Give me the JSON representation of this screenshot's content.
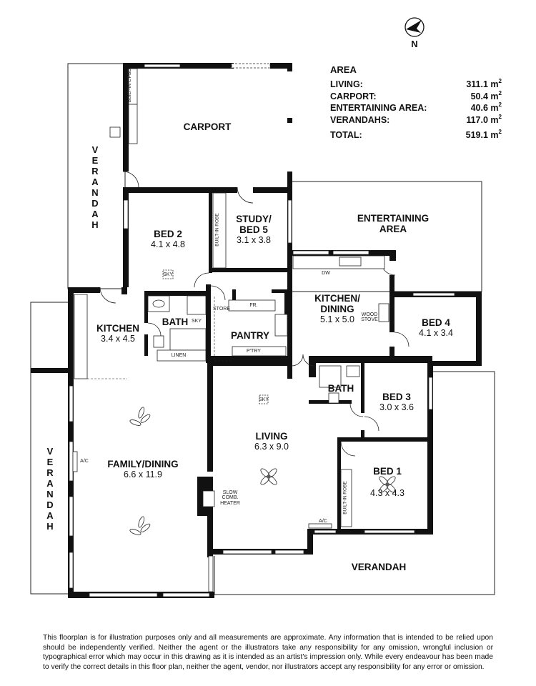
{
  "compass": {
    "icon": "north-arrow-icon",
    "label": "N"
  },
  "area_summary": {
    "title": "AREA",
    "unit": "m",
    "unit_power": "2",
    "rows": [
      {
        "label": "LIVING:",
        "value": "311.1"
      },
      {
        "label": "CARPORT:",
        "value": "50.4"
      },
      {
        "label": "ENTERTAINING AREA:",
        "value": "40.6"
      },
      {
        "label": "VERANDAHS:",
        "value": "117.0"
      }
    ],
    "total": {
      "label": "TOTAL:",
      "value": "519.1"
    }
  },
  "rooms": {
    "carport": {
      "name": "CARPORT"
    },
    "verandah_west_top": {
      "name": "VERANDAH"
    },
    "verandah_west_bottom": {
      "name": "VERANDAH"
    },
    "verandah_south": {
      "name": "VERANDAH"
    },
    "entertaining": {
      "name": "ENTERTAINING",
      "name2": "AREA"
    },
    "bed2": {
      "name": "BED 2",
      "dim": "4.1 x 4.8"
    },
    "study": {
      "name": "STUDY/",
      "name2": "BED 5",
      "dim": "3.1 x 3.8"
    },
    "kitchen": {
      "name": "KITCHEN",
      "dim": "3.4 x 4.5"
    },
    "bath1": {
      "name": "BATH"
    },
    "pantry": {
      "name": "PANTRY"
    },
    "kitchen_dining": {
      "name": "KITCHEN/",
      "name2": "DINING",
      "dim": "5.1 x 5.0"
    },
    "bed4": {
      "name": "BED 4",
      "dim": "4.1 x 3.4"
    },
    "family_dining": {
      "name": "FAMILY/DINING",
      "dim": "6.6 x 11.9"
    },
    "living": {
      "name": "LIVING",
      "dim": "6.3 x 9.0"
    },
    "bath2": {
      "name": "BATH"
    },
    "bed3": {
      "name": "BED 3",
      "dim": "3.0 x 3.6"
    },
    "bed1": {
      "name": "BED 1",
      "dim": "4.3 x 4.3"
    }
  },
  "fixtures": {
    "built_in_cpbd": "BUILT-IN C'PBD",
    "built_in_robe_study": "BUILT-IN ROBE",
    "built_in_robe_bed1": "BUILT-IN ROBE",
    "sky_bed2": "SKY",
    "sky_bath": "SKY",
    "sky_living": "SKY",
    "store": "STORE",
    "fr": "FR.",
    "linen": "LINEN",
    "ptry": "P'TRY",
    "dw": "DW",
    "wood_stove_1": "WOOD",
    "wood_stove_2": "STOVE",
    "ac_family": "A/C",
    "ac_living": "A/C",
    "heater_1": "SLOW",
    "heater_2": "COMB.",
    "heater_3": "HEATER"
  },
  "disclaimer": "This floorplan is for illustration purposes only and all measurements are approximate. Any information that is intended to be relied upon should be independently verified. Neither the agent or the illustrators take any responsibility for any omission, wrongful inclusion or typographical error which may occur in this drawing as it is intended as an artist’s impression only. While every endeavour has been made to verify the correct details in this floor plan, neither the agent, vendor, nor illustrators accept any responsibility for any error or omission."
}
